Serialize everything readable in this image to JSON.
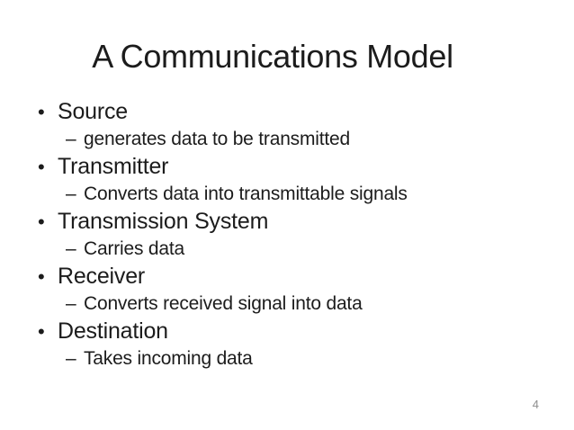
{
  "slide": {
    "title": "A Communications Model",
    "bullet_char": "•",
    "sub_bullet_char": "–",
    "items": [
      {
        "label": "Source",
        "sub": "generates data to be transmitted"
      },
      {
        "label": "Transmitter",
        "sub": "Converts data into transmittable signals"
      },
      {
        "label": "Transmission System",
        "sub": "Carries data"
      },
      {
        "label": "Receiver",
        "sub": "Converts received signal into data"
      },
      {
        "label": "Destination",
        "sub": "Takes incoming data"
      }
    ],
    "page_number": "4",
    "colors": {
      "text": "#1c1c1c",
      "page_number": "#8e8e8e",
      "background": "#ffffff"
    }
  }
}
